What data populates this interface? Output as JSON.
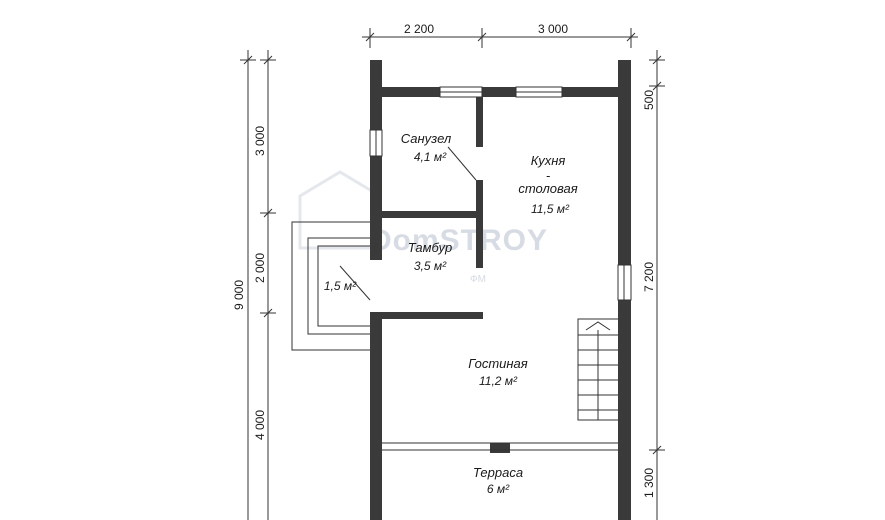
{
  "watermark": {
    "brand": "DomSTROY",
    "sub": "ФМ"
  },
  "dimensions": {
    "top": [
      "2 200",
      "3 000"
    ],
    "left_total": "9 000",
    "left_segments": [
      "3 000",
      "2 000",
      "4 000"
    ],
    "right_segments": [
      "500",
      "7 200",
      "1 300"
    ]
  },
  "rooms": {
    "bathroom": {
      "name": "Санузел",
      "area": "4,1 м²"
    },
    "kitchen": {
      "name_line1": "Кухня",
      "name_line2": "-",
      "name_line3": "столовая",
      "area": "11,5 м²"
    },
    "vestibule": {
      "name": "Тамбур",
      "area": "3,5 м²"
    },
    "porch": {
      "area": "1,5 м²"
    },
    "living": {
      "name": "Гостиная",
      "area": "11,2 м²"
    },
    "terrace": {
      "name": "Терраса",
      "area": "6 м²"
    }
  }
}
